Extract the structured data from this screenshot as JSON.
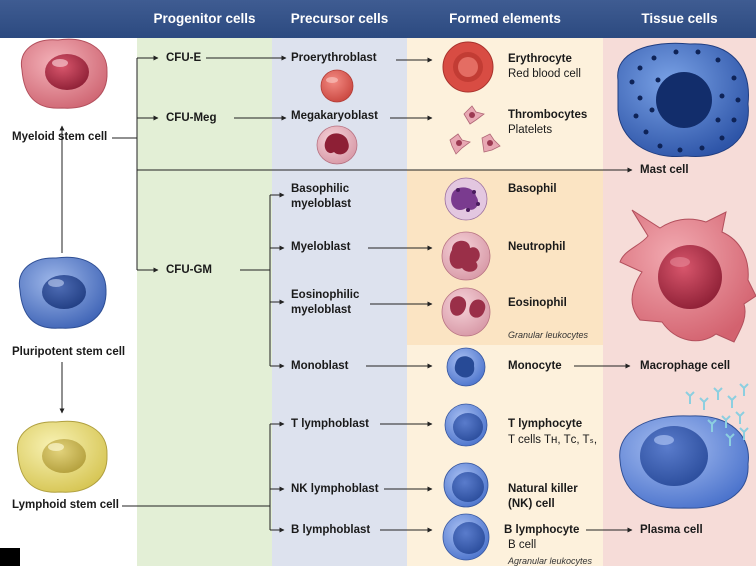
{
  "headers": {
    "progenitor": "Progenitor cells",
    "precursor": "Precursor cells",
    "formed": "Formed elements",
    "tissue": "Tissue cells"
  },
  "stem_cells": {
    "myeloid": "Myeloid stem cell",
    "pluripotent": "Pluripotent stem cell",
    "lymphoid": "Lymphoid stem cell"
  },
  "progenitors": {
    "cfu_e": "CFU-E",
    "cfu_meg": "CFU-Meg",
    "cfu_gm": "CFU-GM"
  },
  "precursors": {
    "proerythroblast": "Proerythroblast",
    "megakaryoblast": "Megakaryoblast",
    "basophilic_myeloblast_1": "Basophilic",
    "basophilic_myeloblast_2": "myeloblast",
    "myeloblast": "Myeloblast",
    "eosinophilic_myeloblast_1": "Eosinophilic",
    "eosinophilic_myeloblast_2": "myeloblast",
    "monoblast": "Monoblast",
    "t_lymphoblast": "T lymphoblast",
    "nk_lymphoblast": "NK lymphoblast",
    "b_lymphoblast": "B lymphoblast"
  },
  "formed": {
    "erythrocyte": "Erythrocyte",
    "erythrocyte_sub": "Red blood cell",
    "thrombocytes": "Thrombocytes",
    "thrombocytes_sub": "Platelets",
    "basophil": "Basophil",
    "neutrophil": "Neutrophil",
    "eosinophil": "Eosinophil",
    "granular_note": "Granular leukocytes",
    "monocyte": "Monocyte",
    "t_lymphocyte": "T lymphocyte",
    "t_cells_sub": "T cells Tʜ, Tᴄ, Tₛ,",
    "nk_cell_1": "Natural killer",
    "nk_cell_2": "(NK) cell",
    "b_lymphocyte": "B lymphocyte",
    "b_cell_sub": "B cell",
    "agranular_note": "Agranular leukocytes"
  },
  "tissue": {
    "mast_cell": "Mast cell",
    "macrophage_cell": "Macrophage cell",
    "plasma_cell": "Plasma cell"
  },
  "colors": {
    "header": "#2f4d83",
    "progenitor_bg": "#e3efd6",
    "precursor_bg": "#dde2ee",
    "formed_bg": "#fdf1dc",
    "granular_bg": "#fbe4c3",
    "tissue_bg": "#f6dcd8",
    "red_cell": "#d9535a",
    "myeloid_cell": "#e0828d",
    "pluripotent_cell": "#5f82c9",
    "lymphoid_cell": "#ece07a",
    "lymphocyte": "#6a8fd9"
  }
}
